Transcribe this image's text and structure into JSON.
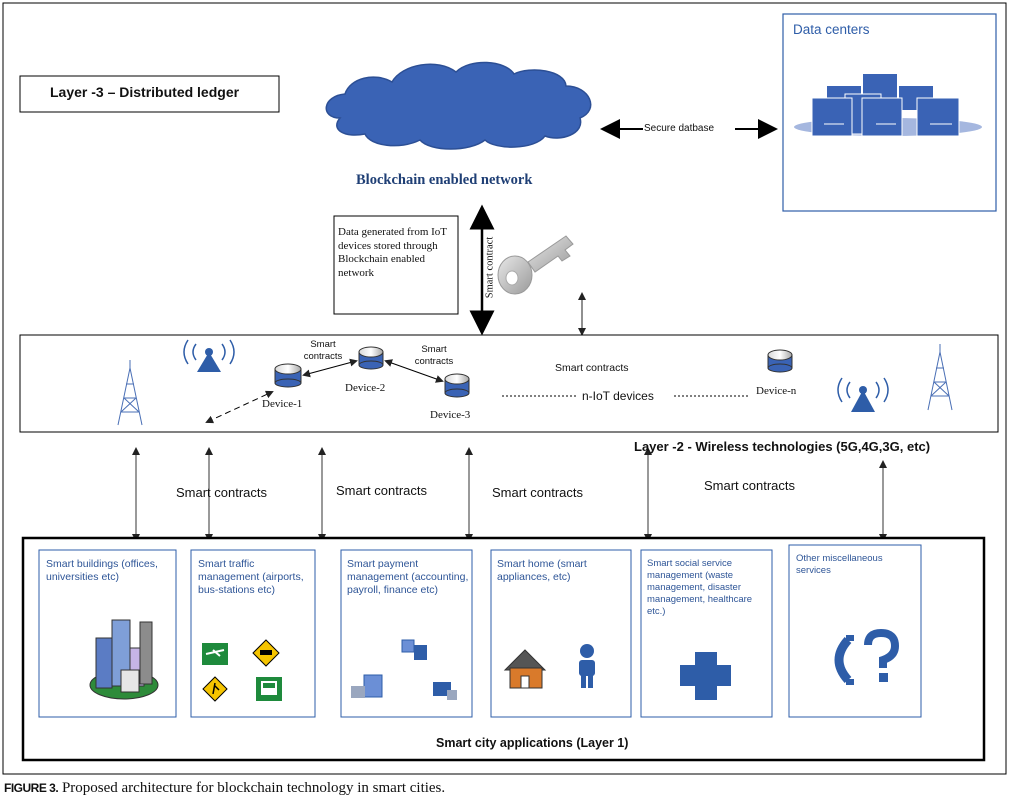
{
  "layer3": {
    "label": "Layer -3 – Distributed ledger",
    "network_label": "Blockchain enabled network",
    "secure_db_label": "Secure datbase",
    "data_centers_label": "Data centers",
    "smart_contract_vertical": "Smart contract",
    "iot_note": "Data generated from IoT devices stored through Blockchain enabled network"
  },
  "layer2": {
    "label": "Layer -2 - Wireless technologies (5G,4G,3G, etc)",
    "smart_contracts_label": "Smart contracts",
    "smart_contracts_a": "Smart contracts",
    "smart_contracts_b": "Smart contracts",
    "n_iot_label": "n-IoT devices",
    "devices": [
      "Device-1",
      "Device-2",
      "Device-3",
      "Device-n"
    ]
  },
  "inter_layer_labels": [
    "Smart contracts",
    "Smart contracts",
    "Smart contracts",
    "Smart contracts"
  ],
  "layer1": {
    "label": "Smart city applications (Layer 1)",
    "apps": [
      "Smart buildings (offices, universities etc)",
      "Smart traffic management (airports, bus-stations etc)",
      "Smart payment management (accounting, payroll, finance etc)",
      "Smart home (smart appliances, etc)",
      "Smart social service management (waste management, disaster management, healthcare etc.)",
      "Other miscellaneous services"
    ]
  },
  "caption": {
    "figure_label": "FIGURE 3.",
    "text": "Proposed architecture for blockchain technology in smart cities."
  },
  "colors": {
    "accent_blue": "#2e5da8",
    "cloud_blue": "#3a63b5",
    "app_text": "#2e5597",
    "frame": "#000000"
  }
}
